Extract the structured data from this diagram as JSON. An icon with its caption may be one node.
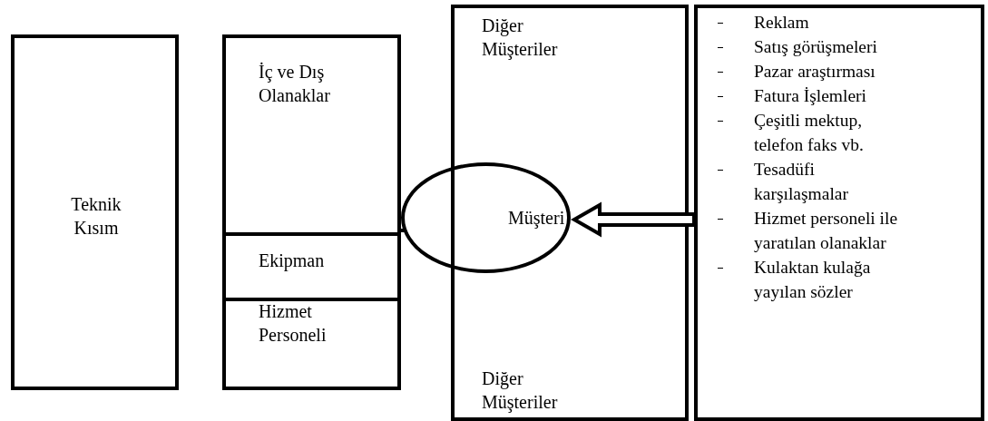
{
  "diagram": {
    "nodes": [
      {
        "text": [
          "Teknik Kısım"
        ]
      },
      {
        "text": [
          "İç ve Dış Olanaklar"
        ]
      },
      {
        "text": [
          "Ekipman"
        ],
        "in": 1
      },
      {
        "text": [
          "Hizmet Personeli"
        ],
        "in": 1
      },
      {
        "text": [
          "Diğer Müşteriler",
          "Diğer Müşteriler"
        ]
      },
      {
        "text": [
          "Müşteri"
        ]
      },
      {
        "text": [
          "Reklam",
          "Satış görüşmeleri",
          "Pazar araştırması",
          "Fatura İşlemleri",
          "Çeşitli mektup, telefon faks vb.",
          "Tesadüfi karşılaşmalar",
          "Hizmet personeli ile yaratılan olanaklar",
          "Kulaktan kulağa yayılan sözler"
        ]
      }
    ],
    "edges": [
      {
        "from": 6,
        "to": 5,
        "arrow": "to"
      }
    ]
  }
}
